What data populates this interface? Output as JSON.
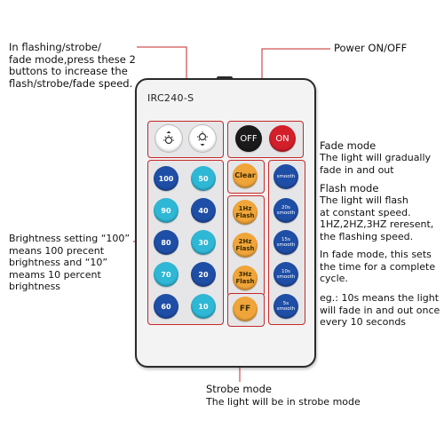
{
  "annotations": {
    "speed": "In flashing/strobe/\nfade mode,press these 2\nbuttons to increase the\nflash/strobe/fade speed.",
    "power": "Power ON/OFF",
    "fade_title": "Fade mode",
    "fade_desc": "The light will gradually\nfade in and out",
    "flash_title": "Flash mode",
    "flash_desc": "The light will flash\nat constant speed.\n1HZ,2HZ,3HZ reresent,\nthe flashing speed.",
    "fade_time": "In fade mode, this sets\nthe time for a complete\ncycle.",
    "fade_example": "eg.: 10s means the light\nwill fade in and out once\nevery 10 seconds",
    "brightness": "Brightness setting “100”\nmeans 100 precent\nbrightness and “10”\nmeams 10 percent\nbrightness",
    "strobe_title": "Strobe mode",
    "strobe_desc": "The light will be in strobe mode"
  },
  "remote": {
    "model": "IRC240-S",
    "speed_buttons": [
      {
        "name": "brightness-up-icon"
      },
      {
        "name": "brightness-down-icon"
      }
    ],
    "off_label": "OFF",
    "on_label": "ON",
    "brightness_left": [
      "100",
      "90",
      "80",
      "70",
      "60"
    ],
    "brightness_right": [
      "50",
      "40",
      "30",
      "20",
      "10"
    ],
    "mode_buttons": [
      "Clear",
      "1Hz\nFlash",
      "2Hz\nFlash",
      "3Hz\nFlash",
      "FF"
    ],
    "smooth_buttons": [
      "smooth",
      "20s\nsmooth",
      "15s\nsmooth",
      "10s\nsmooth",
      "5s\nsmooth"
    ]
  },
  "colors": {
    "outline": "#c62828",
    "blue": "#1f4ea6",
    "cyan": "#2fb7d6",
    "orange": "#f0a53a",
    "on_red": "#d21f2a"
  }
}
